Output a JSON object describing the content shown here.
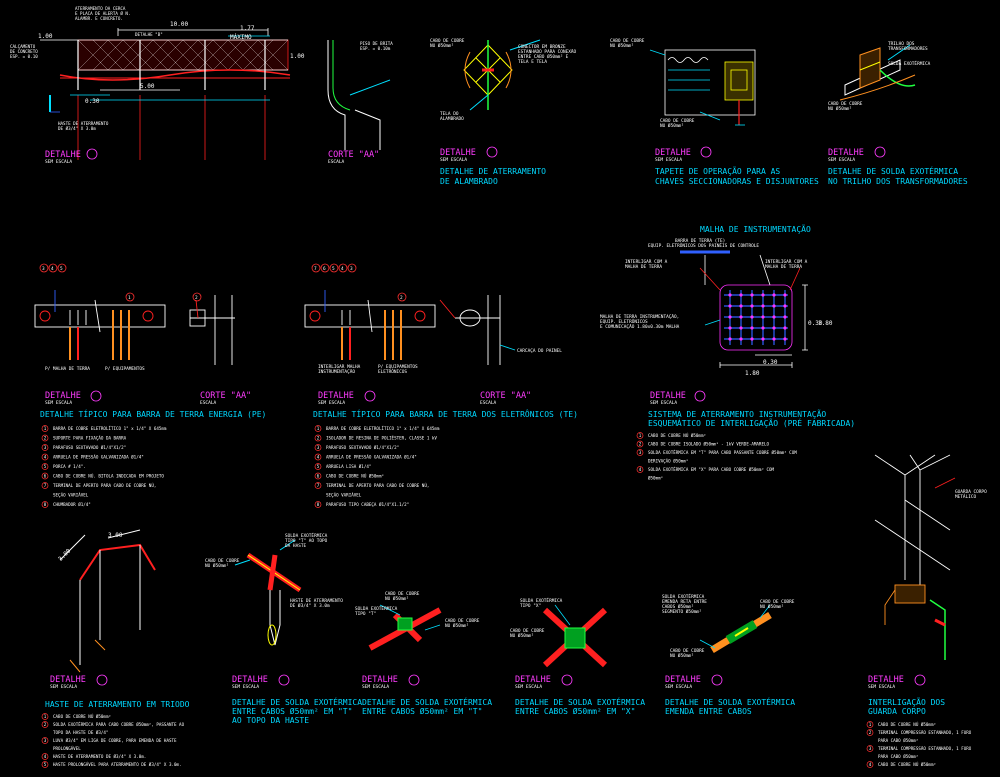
{
  "colors": {
    "cyan": "#00d8ff",
    "magenta": "#ff3cff",
    "red": "#ff2020",
    "yellow": "#ffff00",
    "green": "#20ff40",
    "white": "#ffffff",
    "orange": "#ff9020",
    "blue": "#3060ff"
  },
  "detalhe_label": "DETALHE",
  "escala": "SEM ESCALA",
  "corte_label": "CORTE \"AA\"",
  "corte_esc": "ESCALA",
  "top_a": {
    "notes": [
      "ATERRAMENTO DA CERCA",
      "E PLACA DE ALERTA Ø N.",
      "ALAMBR. E CONCRETO."
    ],
    "dims": [
      "10.00",
      "1.77",
      "MÁXIMO",
      "1.00",
      "1.00",
      "5.00",
      "0.30"
    ],
    "det_b": "DETALHE \"B\"",
    "left_note": [
      "CALÇAMENTO",
      "DE CONCRETO",
      "ESP. = 0.10"
    ],
    "bottom_note": [
      "HASTE DE ATERRAMENTO",
      "DE Ø3/4\" X 3.0m"
    ],
    "section_note": [
      "PISO DE BRITA",
      "ESP. = 0.10m"
    ]
  },
  "top_b": {
    "labels": [
      "CABO DE COBRE",
      "NU Ø50mm²",
      "CONECTOR EM BRONZE",
      "ESTANHADO PARA CONEXÃO",
      "ENTRE CABO Ø50mm² E",
      "TELA E TELA",
      "TELA DO",
      "ALAMBRADO"
    ],
    "title": [
      "DETALHE DE ATERRAMENTO",
      "DE ALAMBRADO"
    ]
  },
  "top_c": {
    "labels": [
      "CABO DE COBRE",
      "NU Ø50mm²",
      "CABO DE COBRE",
      "NU Ø50mm²"
    ],
    "title": [
      "TAPETE DE OPERAÇÃO PARA AS",
      "CHAVES SECCIONADORAS E DISJUNTORES"
    ]
  },
  "top_d": {
    "labels": [
      "TRILHO DOS",
      "TRANSFORMADORES",
      "SOLDA EXOTÉRMICA",
      "CABO DE COBRE",
      "NU Ø50mm²"
    ],
    "title": [
      "DETALHE DE SOLDA EXOTÉRMICA",
      "NO TRILHO DOS TRANSFORMADORES"
    ]
  },
  "pe": {
    "bubbles": [
      "3",
      "4",
      "5",
      "1",
      "2"
    ],
    "labels": [
      "P/ MALHA DE TERRA",
      "P/ EQUIPAMENTOS"
    ],
    "title": "DETALHE TÍPICO PARA BARRA DE TERRA ENERGIA (PE)",
    "items": [
      {
        "n": "1",
        "t": "BARRA DE COBRE ELETROLÍTICO 1\" x 1/4\" X 645mm"
      },
      {
        "n": "2",
        "t": "SUPORTE PARA FIXAÇÃO DA BARRA"
      },
      {
        "n": "3",
        "t": "PARAFUSO SEXTAVADO Ø1/4\"X1/2\""
      },
      {
        "n": "4",
        "t": "ARRUELA DE PRESSÃO GALVANIZADA Ø1/4\""
      },
      {
        "n": "5",
        "t": "PORCA # 1/4\"."
      },
      {
        "n": "6",
        "t": "CABO DE COBRE NÚ. BITOLA INDICADA EM PROJETO"
      },
      {
        "n": "7",
        "t": "TERMINAL DE APERTO PARA CABO DE COBRE NÚ,"
      },
      {
        "n": "",
        "t": "SEÇÃO VARIÁVEL"
      },
      {
        "n": "8",
        "t": "CHUMBADOR Ø1/4\""
      }
    ]
  },
  "te": {
    "bubbles": [
      "7",
      "6",
      "5",
      "4",
      "3",
      "2"
    ],
    "labels": [
      "INTERLIGAR MALHA",
      "INSTRUMENTAÇÃO",
      "P/ EQUIPAMENTOS",
      "ELETRÔNICOS",
      "CARCAÇA DO PAINEL"
    ],
    "title": "DETALHE TÍPICO PARA BARRA DE TERRA DOS ELETRÔNICOS (TE)",
    "items": [
      {
        "n": "1",
        "t": "BARRA DE COBRE ELETROLÍTICO 1\" x 1/4\" X 645mm"
      },
      {
        "n": "2",
        "t": "ISOLADOR DE RESINA DE POLIÉSTER, CLASSE 1 kV"
      },
      {
        "n": "3",
        "t": "PARAFUSO SEXTAVADO Ø1/4\"X1/2\""
      },
      {
        "n": "4",
        "t": "ARRUELA DE PRESSÃO GALVANIZADA Ø1/4\""
      },
      {
        "n": "5",
        "t": "ARRUELA LISA Ø1/4\""
      },
      {
        "n": "6",
        "t": "CABO DE COBRE NÚ Ø50mm²"
      },
      {
        "n": "7",
        "t": "TERMINAL DE APERTO PARA CABO DE COBRE NÚ,"
      },
      {
        "n": "",
        "t": "SEÇÃO VARIÁVEL"
      },
      {
        "n": "8",
        "t": "PARAFUSO TIPO CABEÇA Ø1/4\"X1.1/2\""
      }
    ]
  },
  "malha": {
    "heading": "MALHA DE INSTRUMENTAÇÃO",
    "labels": [
      "BARRA DE TERRA (TE)",
      "EQUIP. ELETRÔNICOS DOS PAINÉIS DE CONTROLE",
      "INTERLIGAR COM A",
      "MALHA DE TERRA",
      "INTERLIGAR COM A",
      "MALHA DE TERRA",
      "MALHA DE TERRA INSTRUMENTAÇÃO,",
      "EQUIP. ELETRÔNICOS",
      "E COMUNICAÇÃO 1.80x0.30m MALHA"
    ],
    "dims": [
      "0.30",
      "1.80",
      "0.30",
      "1.80"
    ],
    "title": [
      "SISTEMA DE ATERRAMENTO INSTRUMENTAÇÃO",
      "ESQUEMÁTICO DE INTERLIGAÇÃO (PRÉ FABRICADA)"
    ],
    "items": [
      {
        "n": "1",
        "t": "CABO DE COBRE NÚ Ø50mm²"
      },
      {
        "n": "2",
        "t": "CABO DE COBRE ISOLADO Ø50mm² - 1kV VERDE-AMARELO"
      },
      {
        "n": "3",
        "t": "SOLDA EXOTÉRMICA EM \"T\" PARA CABO PASSANTE COBRE Ø50mm² COM"
      },
      {
        "n": "",
        "t": "DERIVAÇÃO Ø50mm²"
      },
      {
        "n": "4",
        "t": "SOLDA EXOTÉRMICA EM \"X\" PARA CABO COBRE Ø50mm² COM"
      },
      {
        "n": "",
        "t": "Ø50mm²"
      }
    ]
  },
  "guarda": {
    "label": [
      "GUARDA CORPO",
      "METÁLICO"
    ]
  },
  "bottom": {
    "d1": {
      "dims": [
        "3.00",
        "3.00"
      ],
      "title": "HASTE DE ATERRAMENTO EM TRIODO",
      "items": [
        {
          "n": "1",
          "t": "CABO DE COBRE NÚ Ø50mm²"
        },
        {
          "n": "2",
          "t": "SOLDA EXOTÉRMICA PARA CABO COBRE Ø50mm², PASSANTE AO"
        },
        {
          "n": "",
          "t": "TOPO DA HASTE DE Ø3/4\""
        },
        {
          "n": "3",
          "t": "LUVA Ø3/4\" EM LIGA DE COBRE, PARA EMENDA DE HASTE"
        },
        {
          "n": "",
          "t": "PROLONGÁVEL"
        },
        {
          "n": "4",
          "t": "HASTE DE ATERRAMENTO DE Ø3/4\" X 3.0m."
        },
        {
          "n": "5",
          "t": "HASTE PROLONGÁVEL PARA ATERRAMENTO DE Ø3/4\" X 3.0m."
        }
      ]
    },
    "d2": {
      "labels": [
        "SOLDA EXOTÉRMICA",
        "TIPO \"T\" AO TOPO",
        "DA HASTE",
        "CABO DE COBRE",
        "NU Ø50mm²",
        "HASTE DE ATERRAMENTO",
        "DE Ø3/4\" X 3.0m"
      ],
      "title": [
        "DETALHE DE SOLDA EXOTÉRMICA",
        "ENTRE CABOS Ø50mm² EM \"T\"",
        "AO TOPO DA HASTE"
      ]
    },
    "d3": {
      "labels": [
        "CABO DE COBRE",
        "NU Ø50mm²",
        "SOLDA EXOTÉRMICA",
        "TIPO \"T\"",
        "CABO DE COBRE",
        "NU Ø50mm²"
      ],
      "title": [
        "DETALHE DE SOLDA EXOTÉRMICA",
        "ENTRE CABOS Ø50mm² EM \"T\""
      ]
    },
    "d4": {
      "labels": [
        "SOLDA EXOTÉRMICA",
        "TIPO \"X\"",
        "CABO DE COBRE",
        "NU Ø50mm²"
      ],
      "title": [
        "DETALHE DE SOLDA EXOTÉRMICA",
        "ENTRE CABOS Ø50mm² EM \"X\""
      ]
    },
    "d5": {
      "labels": [
        "SOLDA EXOTÉRMICA",
        "EMENDA RETA ENTRE",
        "CABOS Ø50mm²",
        "SEGMENTO Ø50mm²",
        "CABO DE COBRE",
        "NU Ø50mm²",
        "CABO DE COBRE",
        "NU Ø50mm²"
      ],
      "title": [
        "DETALHE DE SOLDA EXOTÉRMICA",
        "EMENDA ENTRE CABOS"
      ]
    },
    "d6": {
      "title": [
        "INTERLIGAÇÃO DOS",
        "GUARDA CORPO"
      ],
      "items": [
        {
          "n": "1",
          "t": "CABO DE COBRE NÚ Ø50mm²"
        },
        {
          "n": "2",
          "t": "TERMINAL COMPRESSÃO ESTANHADO, 1 FURO"
        },
        {
          "n": "",
          "t": "PARA CABO Ø50mm²"
        },
        {
          "n": "3",
          "t": "TERMINAL COMPRESSÃO ESTANHADO, 1 FURO"
        },
        {
          "n": "",
          "t": "PARA CABO Ø50mm²"
        },
        {
          "n": "4",
          "t": "CABO DE COBRE NÚ Ø50mm²"
        }
      ]
    }
  }
}
